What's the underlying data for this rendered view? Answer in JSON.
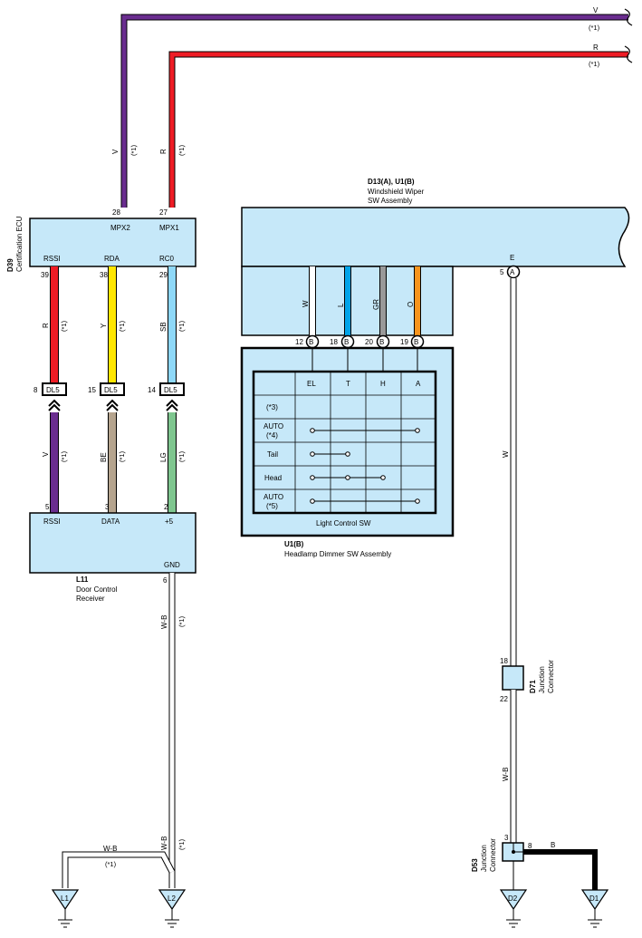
{
  "colors": {
    "violet": "#6a2d8f",
    "red": "#ee1c25",
    "yellow": "#ffe600",
    "sky_blue": "#8ed8f8",
    "beige": "#b5a48e",
    "light_green": "#7fc68f",
    "blue": "#00a3e8",
    "gray": "#999999",
    "orange": "#f7941d",
    "component_fill": "#c6e8f9"
  },
  "top_wires": {
    "v": {
      "label": "V",
      "note": "(*1)"
    },
    "r": {
      "label": "R",
      "note": "(*1)"
    }
  },
  "d39": {
    "code": "D39",
    "name": "Certification ECU",
    "pins": [
      {
        "num": "28",
        "name": "MPX2"
      },
      {
        "num": "27",
        "name": "MPX1"
      },
      {
        "num": "39",
        "name": "RSSI"
      },
      {
        "num": "38",
        "name": "RDA"
      },
      {
        "num": "29",
        "name": "RC0"
      }
    ]
  },
  "vertical_wire_labels": {
    "mpx2": {
      "color": "V",
      "note": "(*1)"
    },
    "mpx1": {
      "color": "R",
      "note": "(*1)"
    },
    "rssi_upper": {
      "color": "R",
      "note": "(*1)"
    },
    "rda_upper": {
      "color": "Y",
      "note": "(*1)"
    },
    "rc0_upper": {
      "color": "SB",
      "note": "(*1)"
    },
    "rssi_lower": {
      "color": "V",
      "note": "(*1)"
    },
    "rda_lower": {
      "color": "BE",
      "note": "(*1)"
    },
    "rc0_lower": {
      "color": "LG",
      "note": "(*1)"
    },
    "gnd": {
      "color": "W-B",
      "note": "(*1)"
    },
    "gnd_bottom": {
      "color": "W-B",
      "note": "(*1)"
    }
  },
  "dl5": [
    {
      "pin": "8",
      "label": "DL5"
    },
    {
      "pin": "15",
      "label": "DL5"
    },
    {
      "pin": "14",
      "label": "DL5"
    }
  ],
  "l11": {
    "code": "L11",
    "name_line1": "Door Control",
    "name_line2": "Receiver",
    "pins": [
      {
        "num": "5",
        "name": "RSSI"
      },
      {
        "num": "3",
        "name": "DATA"
      },
      {
        "num": "2",
        "name": "+5"
      },
      {
        "num": "6",
        "name": "GND"
      }
    ]
  },
  "d13": {
    "code": "D13(A), U1(B)",
    "name_line1": "Windshield Wiper",
    "name_line2": "SW Assembly",
    "pin_e": {
      "name": "E",
      "num": "5",
      "connector": "A"
    }
  },
  "internal_wires": [
    "W",
    "L",
    "GR",
    "O"
  ],
  "u1_pins": [
    {
      "num": "12",
      "connector": "B"
    },
    {
      "num": "18",
      "connector": "B"
    },
    {
      "num": "20",
      "connector": "B"
    },
    {
      "num": "19",
      "connector": "B"
    }
  ],
  "light_control": {
    "title": "Light Control SW",
    "columns": [
      "EL",
      "T",
      "H",
      "A"
    ],
    "rows": [
      {
        "label1": "(*3)",
        "label2": ""
      },
      {
        "label1": "AUTO",
        "label2": "(*4)"
      },
      {
        "label1": "Tail",
        "label2": ""
      },
      {
        "label1": "Head",
        "label2": ""
      },
      {
        "label1": "AUTO",
        "label2": "(*5)"
      }
    ]
  },
  "u1": {
    "code": "U1(B)",
    "name": "Headlamp Dimmer SW Assembly"
  },
  "e_wire": {
    "color": "W"
  },
  "d71": {
    "code": "D71",
    "name_line1": "Junction",
    "name_line2": "Connector",
    "pin_top": "18",
    "pin_bottom": "22"
  },
  "d71_d53_wire": {
    "color": "W-B"
  },
  "d53": {
    "code": "D53",
    "name_line1": "Junction",
    "name_line2": "Connector",
    "pin_top": "3",
    "pin_right": "8",
    "wire_right": "B"
  },
  "l1_wire": {
    "color": "W-B",
    "note": "(*1)"
  },
  "grounds": [
    "L1",
    "L2",
    "D2",
    "D1"
  ]
}
